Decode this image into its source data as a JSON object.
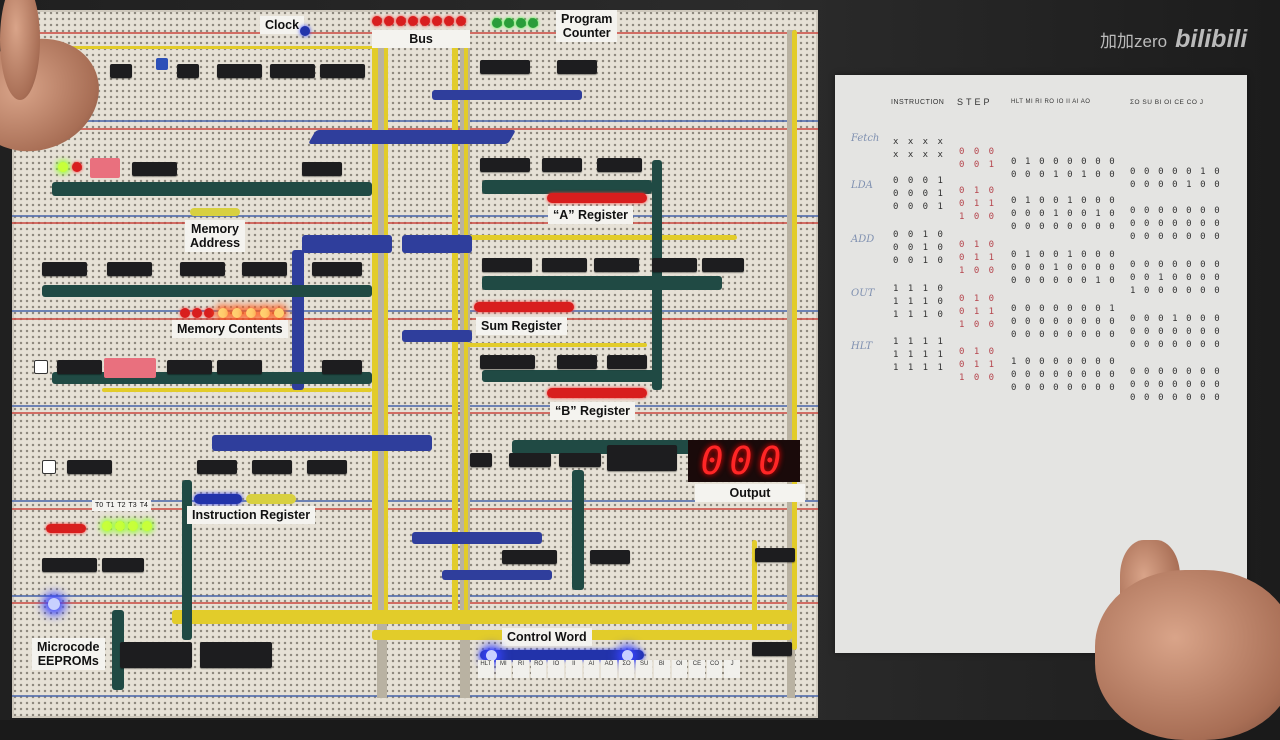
{
  "watermark": {
    "text": "加加zero",
    "logo": "bilibili"
  },
  "board": {
    "labels": {
      "clock": "Clock",
      "bus": "Bus",
      "program_counter_line1": "Program",
      "program_counter_line2": "Counter",
      "memory_address_line1": "Memory",
      "memory_address_line2": "Address",
      "memory_contents": "Memory Contents",
      "a_register": "“A” Register",
      "sum_register": "Sum Register",
      "b_register": "“B” Register",
      "output": "Output",
      "instruction_register": "Instruction Register",
      "microcode_line1": "Microcode",
      "microcode_line2": "EEPROMs",
      "control_word": "Control Word"
    },
    "output_display": "000",
    "step_labels": [
      "T0",
      "T1",
      "T2",
      "T3",
      "T4"
    ],
    "control_word_signals": [
      "HLT",
      "MI",
      "RI",
      "RO",
      "IO",
      "II",
      "AI",
      "AO",
      "ΣO",
      "SU",
      "BI",
      "OI",
      "CE",
      "CO",
      "J"
    ]
  },
  "paper": {
    "headers": {
      "instruction": "INSTRUCTION",
      "step": "STEP",
      "signals_1": "HLT MI RI RO IO II AI AO",
      "signals_2": "ΣO SU BI OI CE CO J"
    },
    "groups": [
      {
        "name": "Fetch",
        "rows": [
          {
            "ins": "x x x x",
            "step": "0 0 0",
            "c1": "0 1 0 0 0 0 0 0",
            "c2": "0 0 0 0 0 1 0"
          },
          {
            "ins": "x x x x",
            "step": "0 0 1",
            "c1": "0 0 0 1 0 1 0 0",
            "c2": "0 0 0 0 1 0 0"
          }
        ]
      },
      {
        "name": "LDA",
        "rows": [
          {
            "ins": "0 0 0 1",
            "step": "0 1 0",
            "c1": "0 1 0 0 1 0 0 0",
            "c2": "0 0 0 0 0 0 0"
          },
          {
            "ins": "0 0 0 1",
            "step": "0 1 1",
            "c1": "0 0 0 1 0 0 1 0",
            "c2": "0 0 0 0 0 0 0"
          },
          {
            "ins": "0 0 0 1",
            "step": "1 0 0",
            "c1": "0 0 0 0 0 0 0 0",
            "c2": "0 0 0 0 0 0 0"
          }
        ]
      },
      {
        "name": "ADD",
        "rows": [
          {
            "ins": "0 0 1 0",
            "step": "0 1 0",
            "c1": "0 1 0 0 1 0 0 0",
            "c2": "0 0 0 0 0 0 0"
          },
          {
            "ins": "0 0 1 0",
            "step": "0 1 1",
            "c1": "0 0 0 1 0 0 0 0",
            "c2": "0 0 1 0 0 0 0"
          },
          {
            "ins": "0 0 1 0",
            "step": "1 0 0",
            "c1": "0 0 0 0 0 0 1 0",
            "c2": "1 0 0 0 0 0 0"
          }
        ]
      },
      {
        "name": "OUT",
        "rows": [
          {
            "ins": "1 1 1 0",
            "step": "0 1 0",
            "c1": "0 0 0 0 0 0 0 1",
            "c2": "0 0 0 1 0 0 0"
          },
          {
            "ins": "1 1 1 0",
            "step": "0 1 1",
            "c1": "0 0 0 0 0 0 0 0",
            "c2": "0 0 0 0 0 0 0"
          },
          {
            "ins": "1 1 1 0",
            "step": "1 0 0",
            "c1": "0 0 0 0 0 0 0 0",
            "c2": "0 0 0 0 0 0 0"
          }
        ]
      },
      {
        "name": "HLT",
        "rows": [
          {
            "ins": "1 1 1 1",
            "step": "0 1 0",
            "c1": "1 0 0 0 0 0 0 0",
            "c2": "0 0 0 0 0 0 0"
          },
          {
            "ins": "1 1 1 1",
            "step": "0 1 1",
            "c1": "0 0 0 0 0 0 0 0",
            "c2": "0 0 0 0 0 0 0"
          },
          {
            "ins": "1 1 1 1",
            "step": "1 0 0",
            "c1": "0 0 0 0 0 0 0 0",
            "c2": "0 0 0 0 0 0 0"
          }
        ]
      }
    ]
  }
}
